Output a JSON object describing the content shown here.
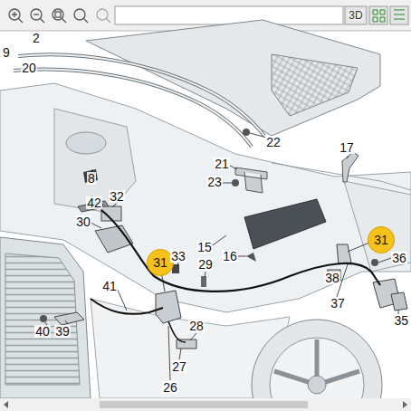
{
  "diagram": {
    "nodes": [
      {
        "text": [
          "31"
        ]
      },
      {
        "text": [
          "31"
        ]
      }
    ],
    "labels": [
      "3D",
      "2",
      "9",
      "20",
      "22",
      "8",
      "17",
      "21",
      "23",
      "42",
      "32",
      "30",
      "15",
      "16",
      "33",
      "29",
      "36",
      "38",
      "37",
      "41",
      "40",
      "39",
      "28",
      "27",
      "26",
      "35"
    ]
  }
}
